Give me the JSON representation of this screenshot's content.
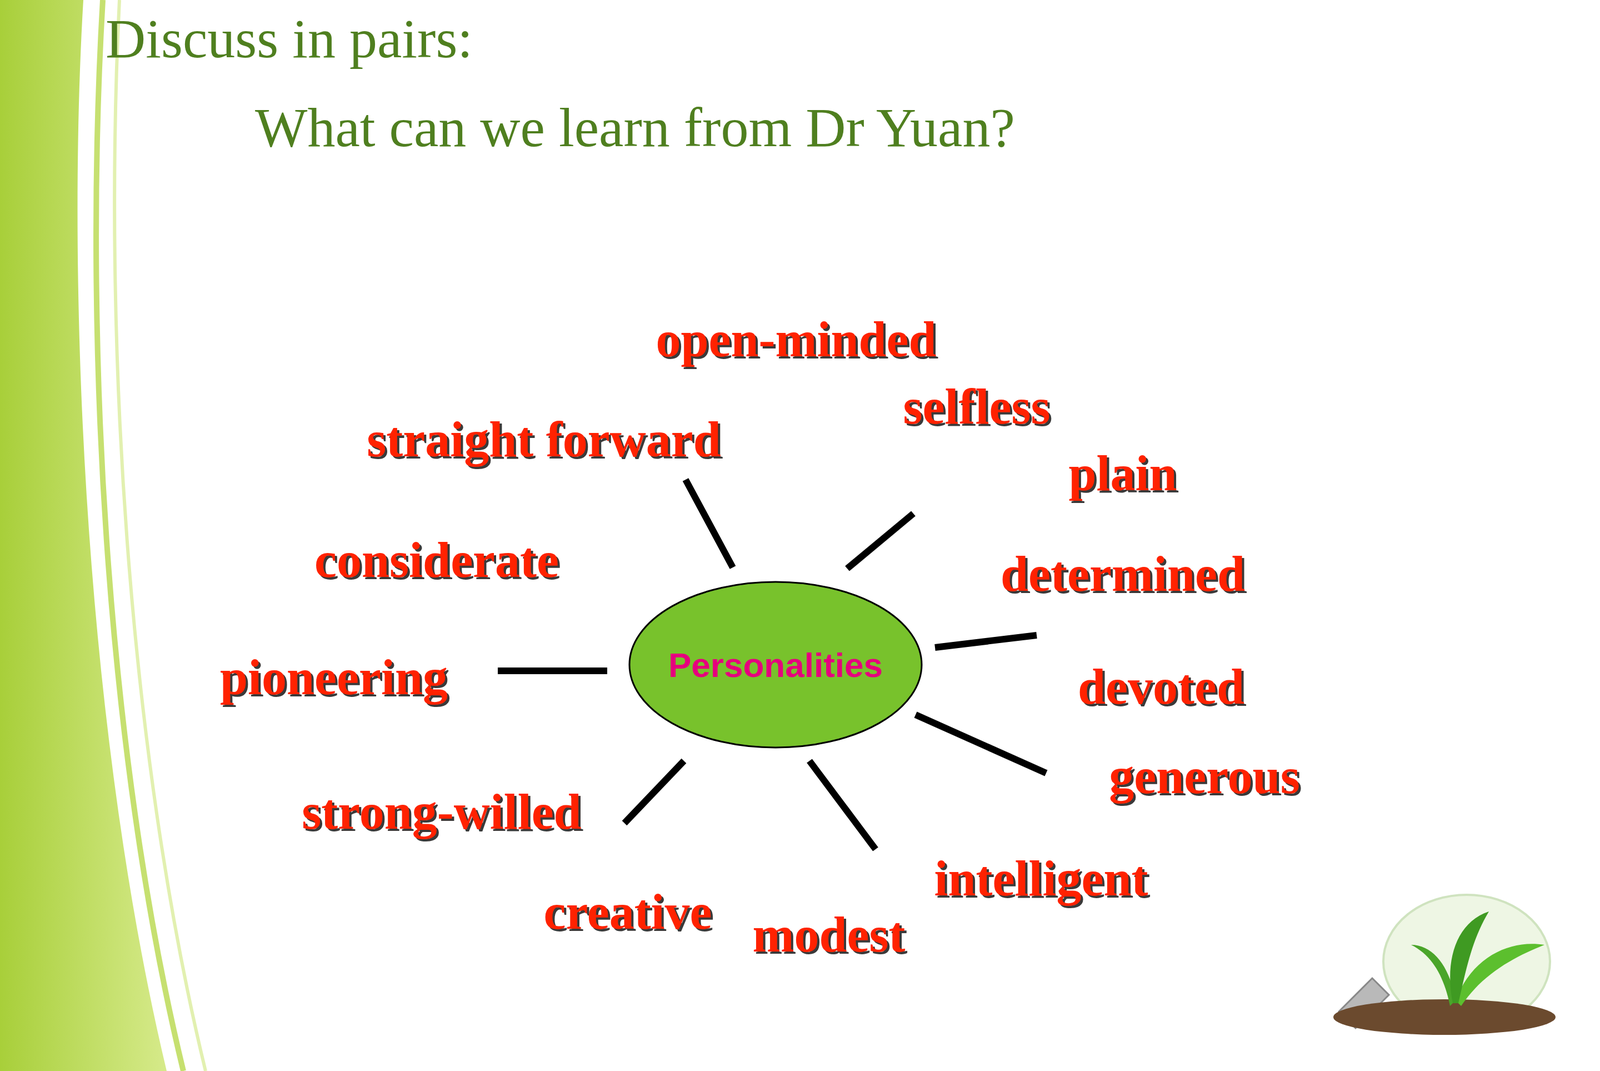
{
  "diagram": {
    "title": "Discuss in pairs:",
    "nodes": [
      {
        "text": [
          "Personalities"
        ]
      }
    ],
    "labels": [
      "What can we learn from Dr Yuan?",
      "open-minded",
      "selfless",
      "straight forward",
      "plain",
      "considerate",
      "determined",
      "pioneering",
      "devoted",
      "generous",
      "strong-willed",
      "intelligent",
      "creative",
      "modest"
    ]
  }
}
